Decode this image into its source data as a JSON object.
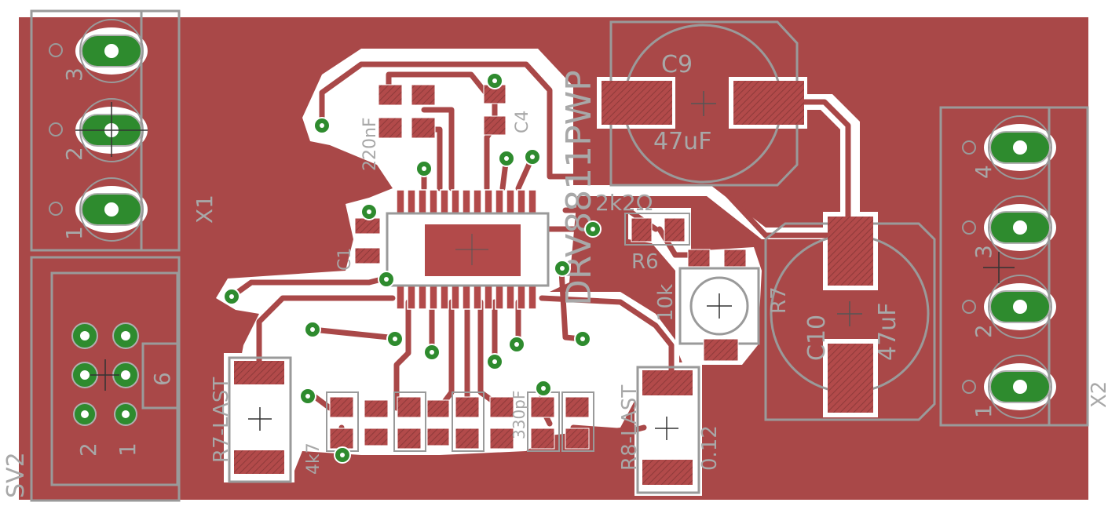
{
  "colors": {
    "board": "#a94848",
    "copper_clearance": "#ffffff",
    "pad": "#b24a4a",
    "silkscreen": "#9a9a9a",
    "via": "#2e8b2e",
    "hatch": "#8e3a3a"
  },
  "labels": {
    "x1_name": "X1",
    "x1_pin3": "3",
    "x1_pin2": "2",
    "x1_pin1": "1",
    "sv2_name": "SV2",
    "sv2_pin6": "6",
    "sv2_pin2": "2",
    "sv2_pin1": "1",
    "c9_name": "C9",
    "c9_value": "47uF",
    "c10_name": "C10",
    "c10_value": "47uF",
    "ic_value": "DRV8811PWP",
    "r6_name": "R6",
    "r6_value": "10k",
    "r7_name": "R7",
    "r_top_value": "2k2Ω",
    "r_last_left": "R7-LAST",
    "r_last_right": "R8-LAST",
    "r_val_right": "0.12",
    "cap_220nf": "220nF",
    "cap_c4": "C4",
    "cap_c1": "C1",
    "c_val_4k7": "4k7",
    "c_val_330": "330pF",
    "x2_name": "X2",
    "x2_pin4": "4",
    "x2_pin3": "3",
    "x2_pin2": "2",
    "x2_pin1": "1"
  }
}
